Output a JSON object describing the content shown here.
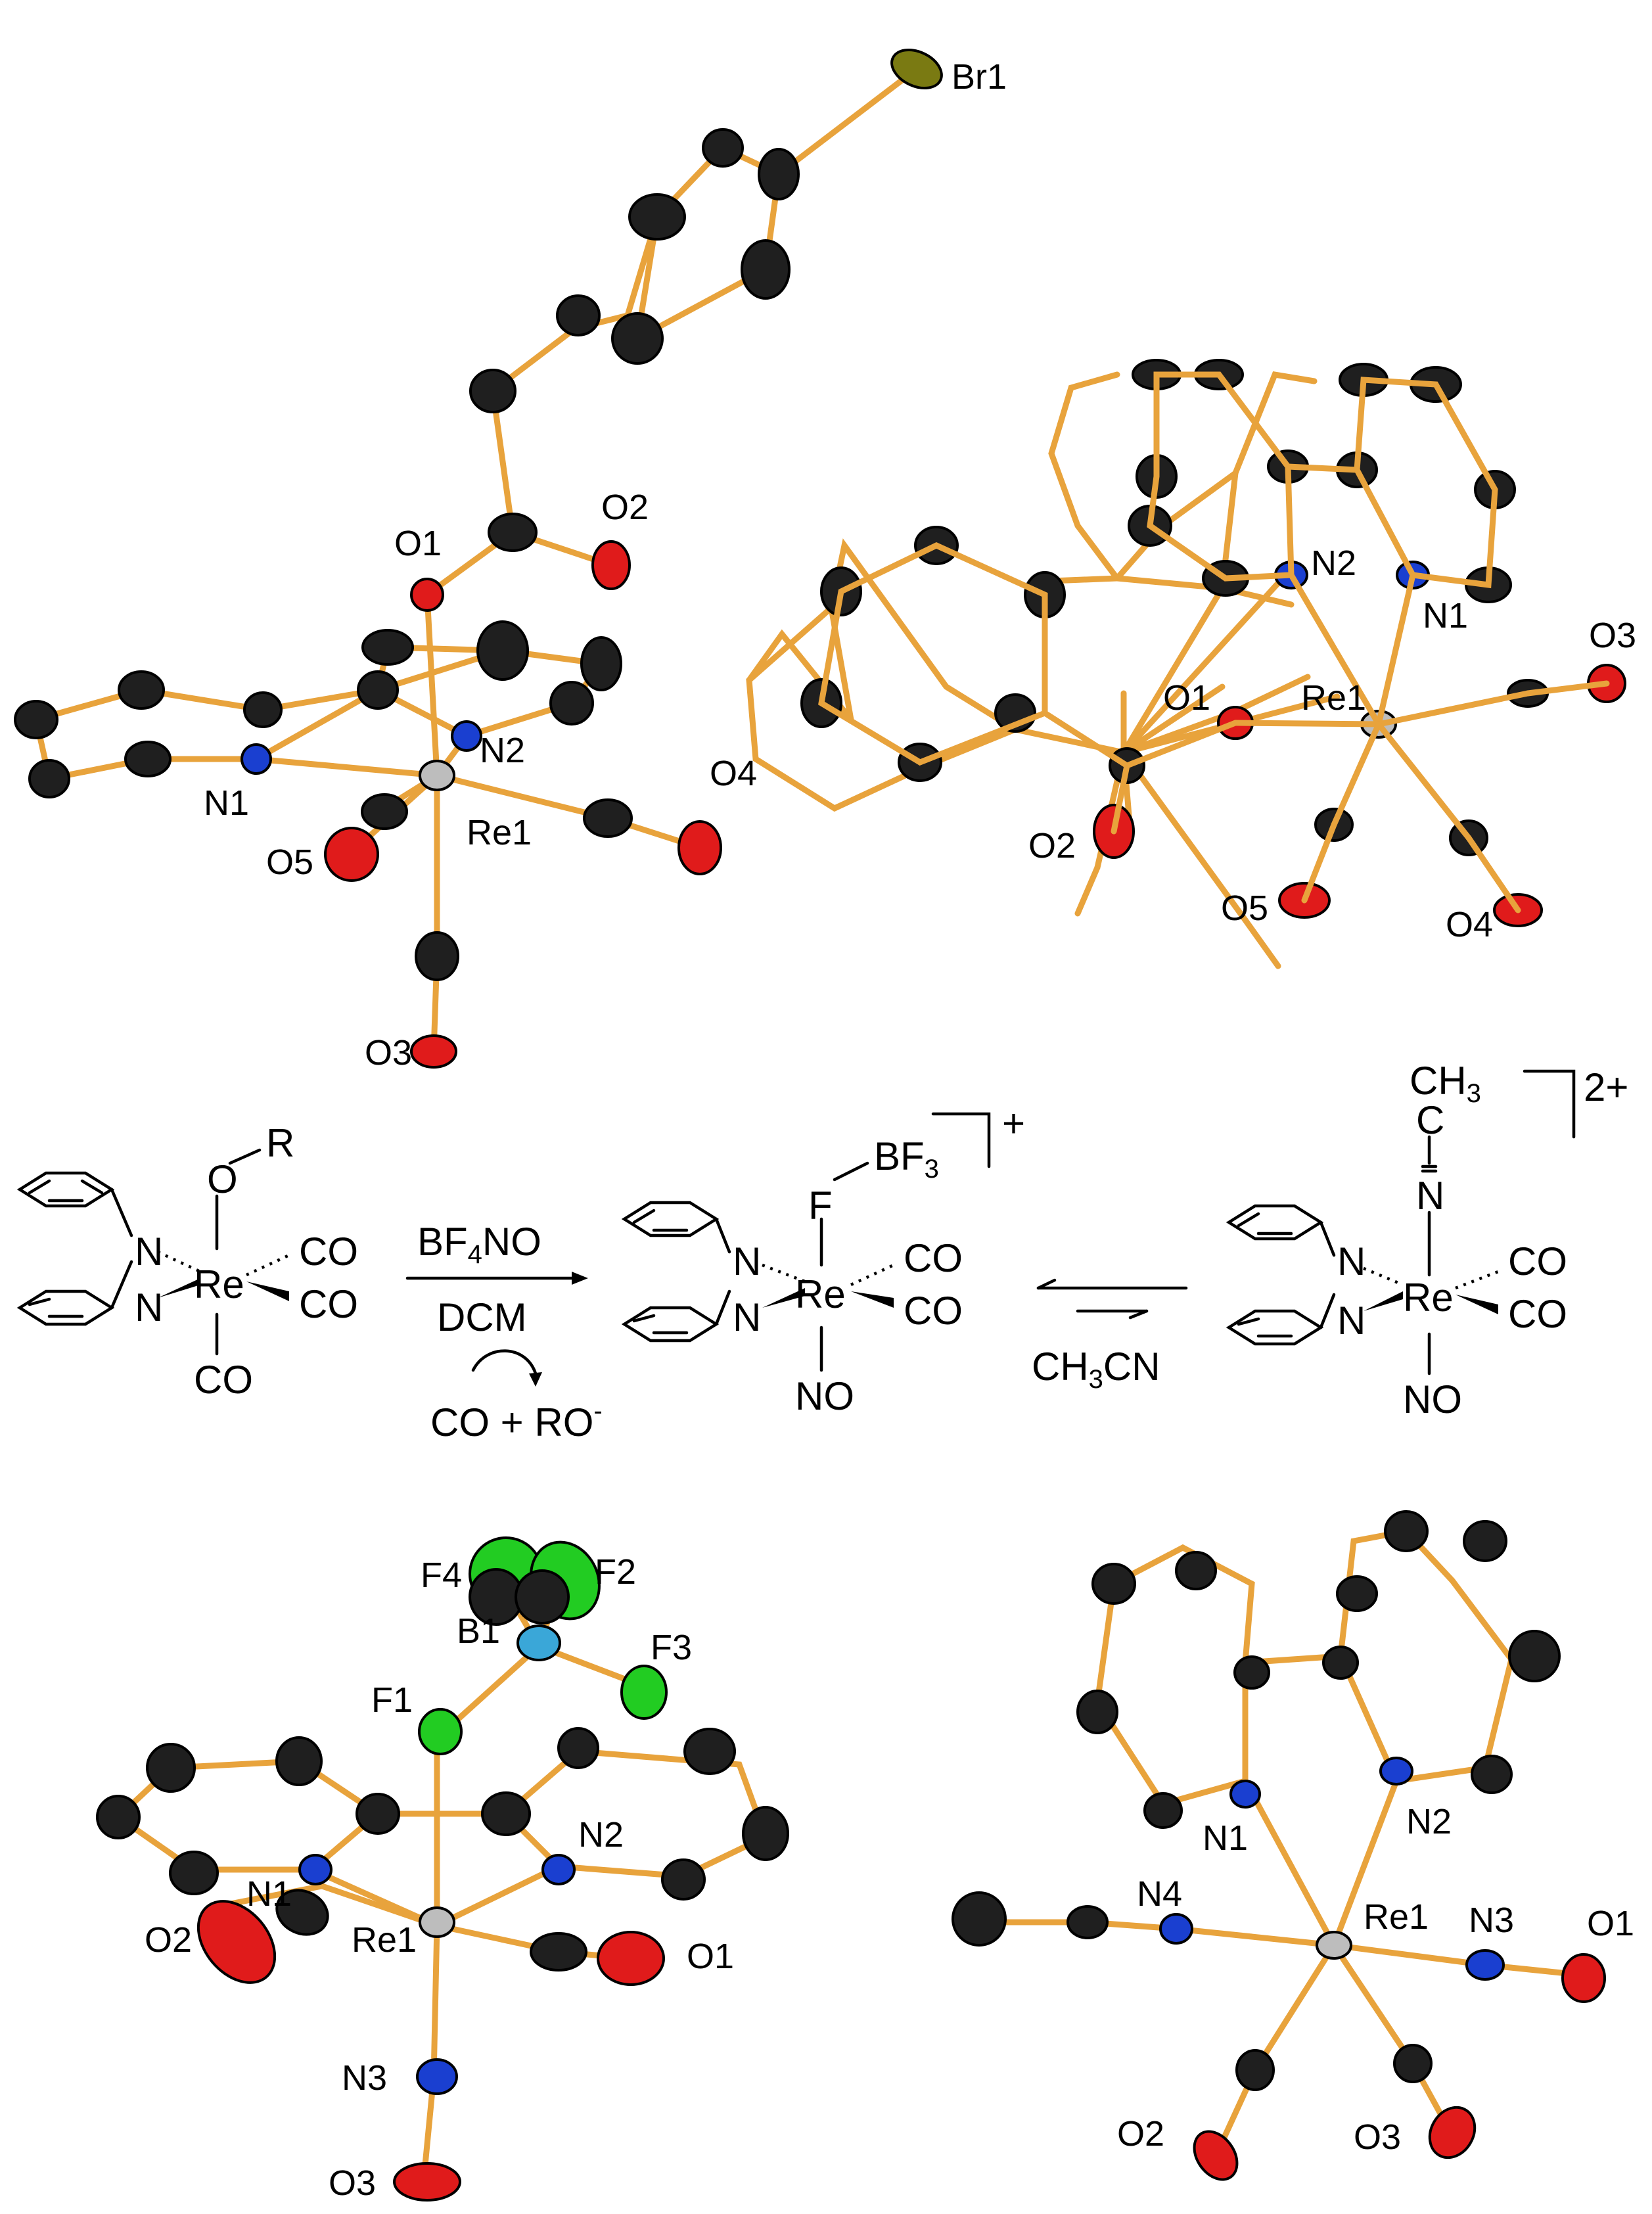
{
  "colors": {
    "bond": "#e8a33c",
    "carbon": "#1f1f1f",
    "oxygen": "#e01b1b",
    "nitrogen": "#1a3fd0",
    "rhenium": "#bdbdbd",
    "bromine": "#7a7a12",
    "fluorine": "#22cc22",
    "boron": "#3aa7d8"
  },
  "structure_tl": {
    "labels": {
      "br1": "Br1",
      "o1": "O1",
      "o2": "O2",
      "n1": "N1",
      "n2": "N2",
      "re1": "Re1",
      "o3": "O3",
      "o4": "O4",
      "o5": "O5"
    }
  },
  "structure_tr": {
    "labels": {
      "n2": "N2",
      "n1": "N1",
      "o1": "O1",
      "re1": "Re1",
      "o3": "O3",
      "o2": "O2",
      "o5": "O5",
      "o4": "O4"
    }
  },
  "scheme": {
    "left": {
      "o": "O",
      "r": "R",
      "re": "Re",
      "n_top": "N",
      "n_bot": "N",
      "co1": "CO",
      "co2": "CO",
      "co3": "CO"
    },
    "reagents": {
      "above": "BF",
      "above_sub": "4",
      "above_tail": "NO",
      "below": "DCM",
      "byproduct": "CO + RO",
      "byproduct_sup": "-"
    },
    "middle": {
      "f": "F",
      "bf3": "BF",
      "bf3_sub": "3",
      "charge": "+",
      "re": "Re",
      "n_top": "N",
      "n_bot": "N",
      "co1": "CO",
      "co2": "CO",
      "no": "NO"
    },
    "equilibrium": {
      "below": "CH",
      "below_sub": "3",
      "below_tail": "CN"
    },
    "right": {
      "ch3": "CH",
      "ch3_sub": "3",
      "c": "C",
      "n_lig": "N",
      "charge": "2+",
      "re": "Re",
      "n_top": "N",
      "n_bot": "N",
      "co1": "CO",
      "co2": "CO",
      "no": "NO"
    }
  },
  "structure_bl": {
    "labels": {
      "f4": "F4",
      "f2": "F2",
      "b1": "B1",
      "f3": "F3",
      "f1": "F1",
      "n1": "N1",
      "n2": "N2",
      "o2": "O2",
      "re1": "Re1",
      "o1": "O1",
      "n3": "N3",
      "o3": "O3"
    }
  },
  "structure_br": {
    "labels": {
      "n1": "N1",
      "n2": "N2",
      "n4": "N4",
      "re1": "Re1",
      "n3": "N3",
      "o1": "O1",
      "o2": "O2",
      "o3": "O3"
    }
  }
}
